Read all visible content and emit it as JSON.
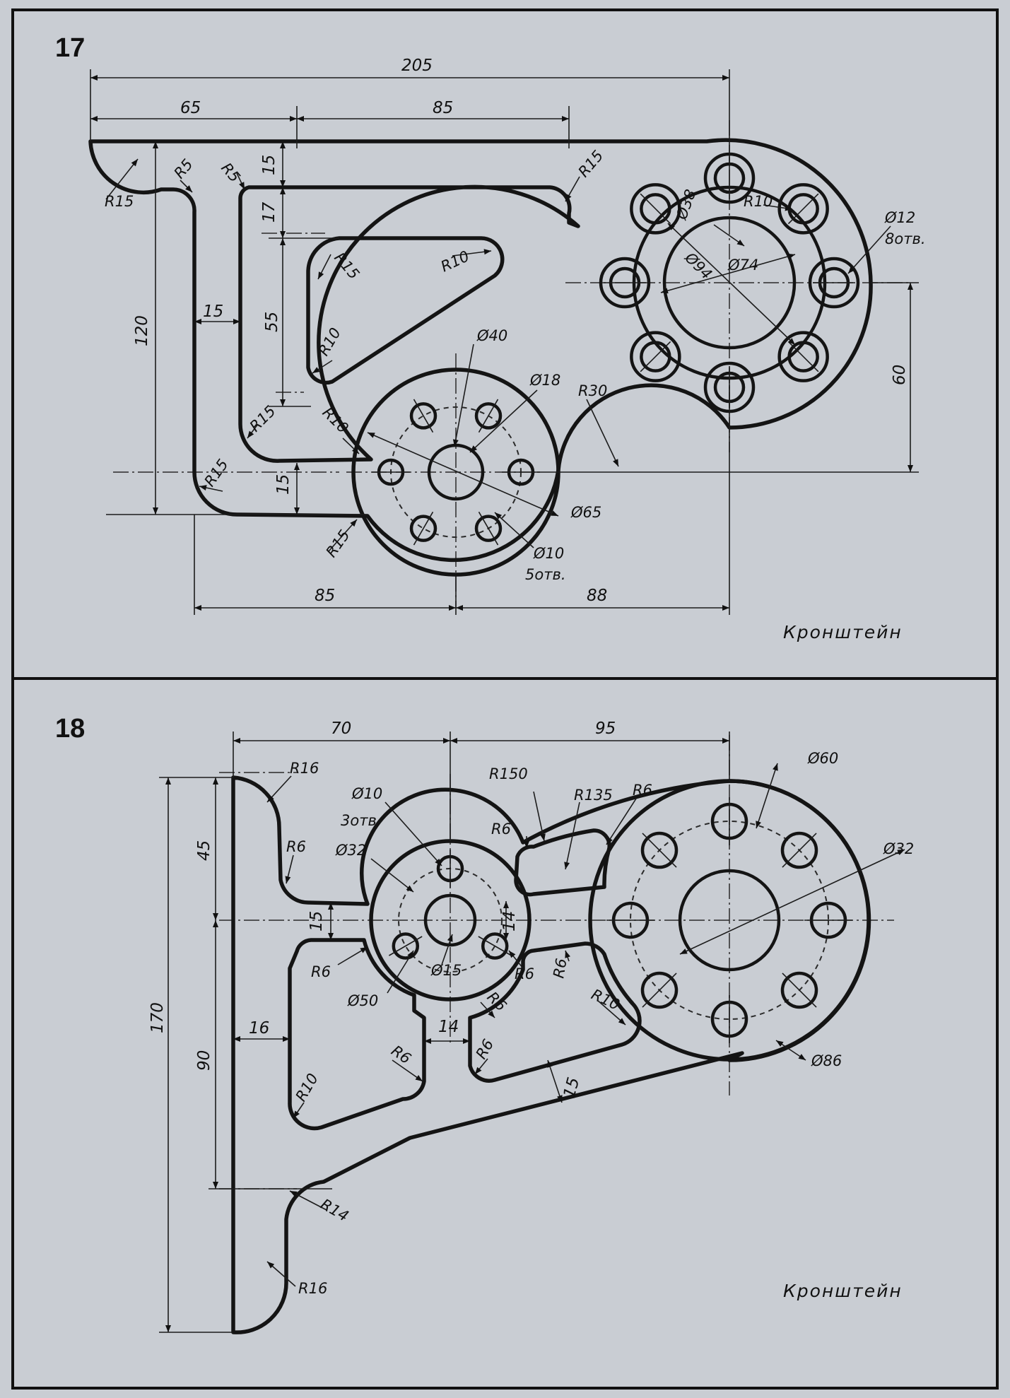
{
  "drawings": [
    {
      "number": "17",
      "caption": "Кронштейн",
      "dims": {
        "d205": "205",
        "d65": "65",
        "d85_top": "85",
        "d120": "120",
        "d15_a": "15",
        "d17": "17",
        "d55": "55",
        "d15_b": "15",
        "d15_c": "15",
        "d60": "60",
        "d85_bot": "85",
        "d88": "88",
        "r15_a": "R15",
        "r5_a": "R5",
        "r5_b": "R5",
        "r15_b": "R15",
        "r10_a": "R10",
        "r15_c": "R15",
        "r10_b": "R10",
        "r10_c": "R10",
        "r15_d": "R15",
        "r10_d": "R10",
        "r15_e": "R15",
        "r15_f": "R15",
        "r30": "R30",
        "dia38": "Ø38",
        "dia94": "Ø94",
        "dia74": "Ø74",
        "dia12": "Ø12",
        "holes8": "8отв.",
        "dia40": "Ø40",
        "dia18": "Ø18",
        "dia65": "Ø65",
        "dia10": "Ø10",
        "holes5": "5отв."
      }
    },
    {
      "number": "18",
      "caption": "Кронштейн",
      "dims": {
        "d70": "70",
        "d95": "95",
        "d170": "170",
        "d45": "45",
        "d90": "90",
        "d15_a": "15",
        "d16": "16",
        "d14_a": "14",
        "d14_b": "14",
        "d15_b": "15",
        "r16_a": "R16",
        "r6_a": "R6",
        "dia10": "Ø10",
        "holes3": "3отв.",
        "dia32_a": "Ø32",
        "r150": "R150",
        "r135": "R135",
        "r6_b": "R6",
        "r6_c": "R6",
        "dia60": "Ø60",
        "dia32_b": "Ø32",
        "r6_d": "R6",
        "dia15": "Ø15",
        "r6_e": "R6",
        "r6_f": "R6",
        "dia50": "Ø50",
        "r6_g": "R6",
        "r10_a": "R10",
        "r6_h": "R6",
        "r6_i": "R6",
        "r10_b": "R10",
        "r14": "R14",
        "r16_b": "R16",
        "dia86": "Ø86"
      }
    }
  ]
}
